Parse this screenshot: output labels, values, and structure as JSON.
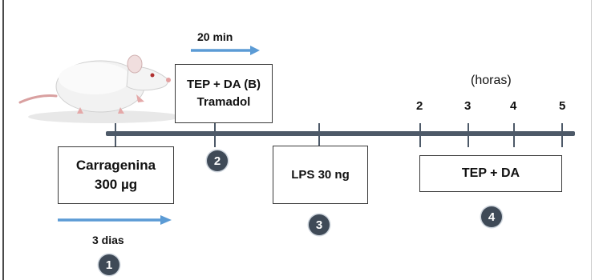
{
  "steps": [
    {
      "number": "1",
      "label_line1": "Carragenina",
      "label_line2": "300 µg",
      "arrow_label": "3 dias"
    },
    {
      "number": "2",
      "label_line1": "TEP + DA (B)",
      "label_line2": "Tramadol",
      "arrow_label": "20 min"
    },
    {
      "number": "3",
      "label": "LPS 30 ng"
    },
    {
      "number": "4",
      "label": "TEP + DA"
    }
  ],
  "hours_axis": {
    "unit": "(horas)",
    "ticks": [
      "2",
      "3",
      "4",
      "5"
    ]
  },
  "colors": {
    "timeline": "#4d5968",
    "arrow": "#5b9bd5",
    "circle": "#3f4a57"
  },
  "icons": [
    "white-rat-illustration"
  ]
}
